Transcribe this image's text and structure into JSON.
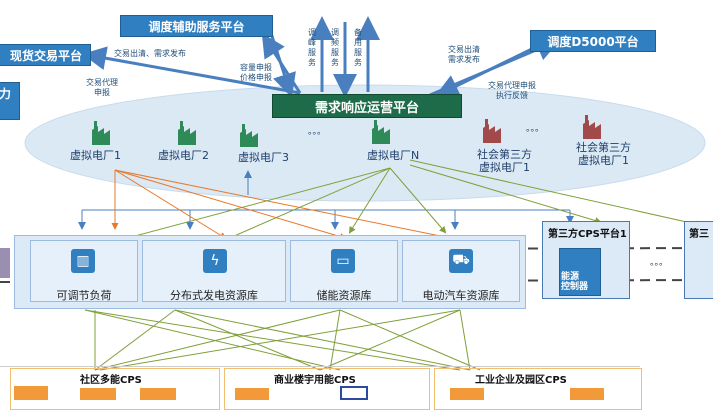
{
  "platforms": {
    "auxiliary": "调度辅助服务平台",
    "spot": "现货交易平台",
    "d5000": "调度D5000平台",
    "demand": "需求响应运营平台",
    "left_fragment": "力"
  },
  "arrow_labels": {
    "aux_left": "交易出清、需求发布",
    "aux_v1": "调峰服务",
    "aux_v2": "调频服务",
    "aux_v3": "备用服务",
    "capacity": "容量申报\n价格申报",
    "spot_agent": "交易代理\n申报",
    "d5000_clear": "交易出清\n需求发布",
    "d5000_agent": "交易代理申报\n执行反馈"
  },
  "vpps": {
    "v1": "虚拟电厂1",
    "v2": "虚拟电厂2",
    "v3": "虚拟电厂3",
    "vn": "虚拟电厂N",
    "s1": "社会第三方\n虚拟电厂1",
    "s2": "社会第三方\n虚拟电厂1",
    "dots1": "。。。",
    "dots2": "。。。"
  },
  "resources": {
    "load": "可调节负荷",
    "pv": "分布式发电资源库",
    "storage": "储能资源库",
    "ev": "电动汽车资源库"
  },
  "third_party": {
    "cps1": "第三方CPS平台1",
    "cps2": "第三",
    "controller": "能源\n控制器",
    "dots": "。。。"
  },
  "bottom": {
    "community": "社区多能CPS",
    "commercial": "商业楼宇用能CPS",
    "industry": "工业企业及园区CPS"
  },
  "colors": {
    "blue": "#2f7fc1",
    "green": "#1e6b4a",
    "arrow_blue": "#4a7fbf",
    "arrow_orange": "#e8792a",
    "arrow_green": "#7fa03a",
    "ellipse": "#dbe9f5",
    "brick": "#a24a4a"
  }
}
